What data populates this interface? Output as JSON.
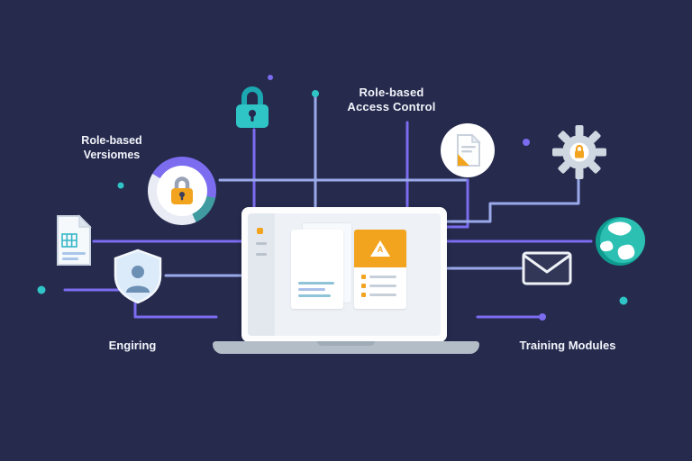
{
  "labels": {
    "top_line1": "Role-based",
    "top_line2": "Access Control",
    "left_line1": "Role-based",
    "left_line2": "Versiomes",
    "bottom_left": "Engiring",
    "bottom_right": "Training Modules"
  },
  "laptop": {
    "doc_logo": "A"
  },
  "colors": {
    "background": "#262a4d",
    "teal": "#2fc5c7",
    "orange": "#f2a41f",
    "purple": "#7b6cf0",
    "periwinkle": "#9aa9ea",
    "white": "#ffffff",
    "laptop_base": "#b3bdc8"
  },
  "icons": [
    "teal-padlock-icon",
    "ring-lock-icon",
    "document-grid-icon",
    "shield-user-icon",
    "document-badge-icon",
    "gear-lock-icon",
    "globe-icon",
    "envelope-icon",
    "laptop-illustration"
  ]
}
